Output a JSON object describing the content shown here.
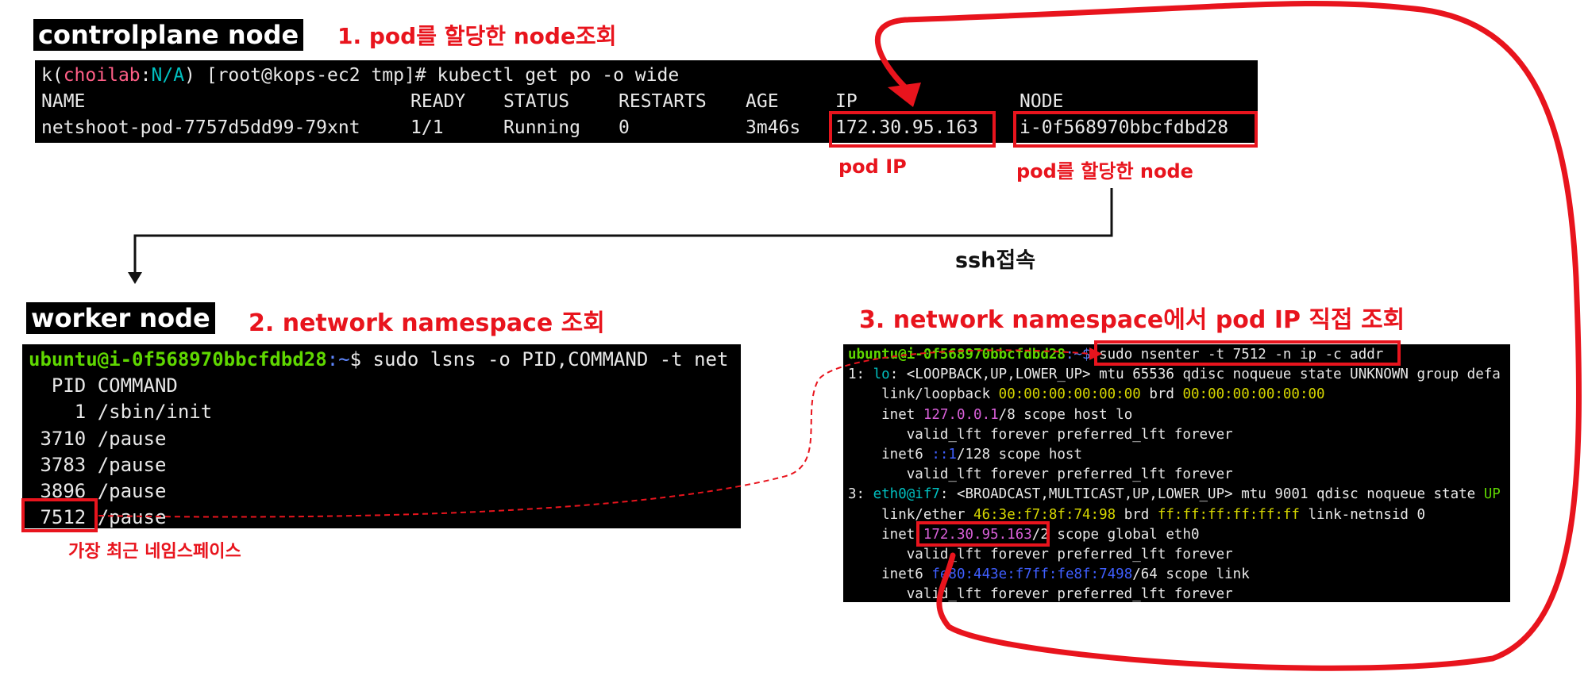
{
  "controlplane": {
    "tag": "controlplane node",
    "step": "1. pod를 할당한 node조회",
    "prompt_k": "k(",
    "prompt_ctx": "choilab",
    "prompt_colon": ":",
    "prompt_ns": "N/A",
    "prompt_tail": ") [root@kops-ec2 tmp]# kubectl get po -o wide",
    "headers": [
      "NAME",
      "READY",
      "STATUS",
      "RESTARTS",
      "AGE",
      "IP",
      "NODE"
    ],
    "row": {
      "name": "netshoot-pod-7757d5dd99-79xnt",
      "ready": "1/1",
      "status": "Running",
      "restarts": "0",
      "age": "3m46s",
      "ip": "172.30.95.163",
      "node": "i-0f568970bbcfdbd28"
    },
    "pod_ip_label": "pod IP",
    "node_label": "pod를 할당한 node"
  },
  "ssh_label": "ssh접속",
  "worker": {
    "tag": "worker node",
    "step": "2. network namespace 조회",
    "prompt_user": "ubuntu@i-0f568970bbcfdbd28",
    "prompt_path": ":~",
    "prompt_cmd": "$ sudo lsns -o PID,COMMAND -t net",
    "headers": "  PID COMMAND",
    "rows": [
      {
        "pid": "    1",
        "cmd": " /sbin/init"
      },
      {
        "pid": " 3710",
        "cmd": " /pause"
      },
      {
        "pid": " 3783",
        "cmd": " /pause"
      },
      {
        "pid": " 3896",
        "cmd": " /pause"
      },
      {
        "pid": " 7512",
        "cmd": " /pause"
      }
    ],
    "latest_label": "가장 최근 네임스페이스"
  },
  "nsenter": {
    "step": "3. network namespace에서 pod IP 직접 조회",
    "prompt_user": "ubuntu@i-0f568970bbcfdbd28",
    "prompt_path": ":~$",
    "cmd": "sudo nsenter -t 7512 -n ip -c addr",
    "l1_a": "1: ",
    "l1_if": "lo",
    "l1_b": ": <LOOPBACK,UP,LOWER_UP> mtu 65536 qdisc noqueue state UNKNOWN group defa",
    "l2_a": "    link/loopback ",
    "l2_mac": "00:00:00:00:00:00",
    "l2_b": " brd ",
    "l2_brd": "00:00:00:00:00:00",
    "l3_a": "    inet ",
    "l3_ip": "127.0.0.1",
    "l3_b": "/8 scope host lo",
    "l4": "       valid_lft forever preferred_lft forever",
    "l5_a": "    inet6 ",
    "l5_ip": "::1",
    "l5_b": "/128 scope host",
    "l6": "       valid_lft forever preferred_lft forever",
    "l7_a": "3: ",
    "l7_if": "eth0@if7",
    "l7_b": ": <BROADCAST,MULTICAST,UP,LOWER_UP> mtu 9001 qdisc noqueue state ",
    "l7_state": "UP",
    "l8_a": "    link/ether ",
    "l8_mac": "46:3e:f7:8f:74:98",
    "l8_b": " brd ",
    "l8_brd": "ff:ff:ff:ff:ff:ff",
    "l8_c": " link-netnsid 0",
    "l9_a": "    inet ",
    "l9_ip": "172.30.95.163",
    "l9_b": "/",
    "l9_c": "2 scope global eth0",
    "l10": "       valid_lft forever preferred_lft forever",
    "l11_a": "    inet6 ",
    "l11_ip1": "fe80",
    "l11_ip2": ":443e:f7ff:fe8f:7498",
    "l11_b": "/64 scope link",
    "l12": "       valid_lft forever preferred_lft forever"
  },
  "colors": {
    "annotation_red": "#e8141d",
    "prompt_green": "#5fd700",
    "ip_magenta": "#d75fd7"
  }
}
